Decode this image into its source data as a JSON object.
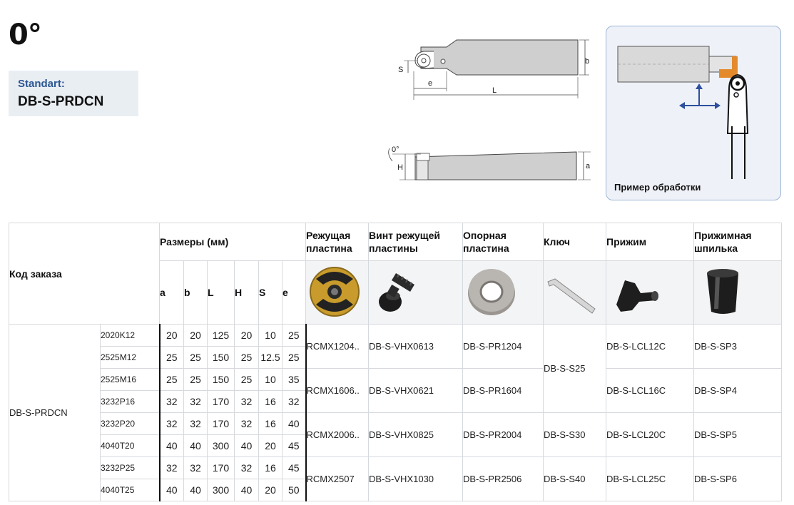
{
  "title": "0°",
  "standard": {
    "label": "Standart:",
    "code": "DB-S-PRDCN"
  },
  "drawing": {
    "top_view": {
      "s_label": "S",
      "b_label": "b",
      "e_label": "e",
      "l_label": "L"
    },
    "side_view": {
      "angle_label": "0°",
      "h_label": "H",
      "a_label": "a"
    }
  },
  "example": {
    "caption": "Пример обработки"
  },
  "table": {
    "order_code_header": "Код заказа",
    "dims_header": "Размеры (мм)",
    "dim_columns": [
      "a",
      "b",
      "L",
      "H",
      "S",
      "e"
    ],
    "headers": {
      "insert": "Режущая пластина",
      "screw": "Винт режущей пластины",
      "shim": "Опорная пластина",
      "key": "Ключ",
      "clamp": "Прижим",
      "pin": "Прижимная шпилька"
    },
    "product_code": "DB-S-PRDCN",
    "rows": [
      {
        "model": "2020K12",
        "a": "20",
        "b": "20",
        "L": "125",
        "H": "20",
        "S": "10",
        "e": "25"
      },
      {
        "model": "2525M12",
        "a": "25",
        "b": "25",
        "L": "150",
        "H": "25",
        "S": "12.5",
        "e": "25"
      },
      {
        "model": "2525M16",
        "a": "25",
        "b": "25",
        "L": "150",
        "H": "25",
        "S": "10",
        "e": "35"
      },
      {
        "model": "3232P16",
        "a": "32",
        "b": "32",
        "L": "170",
        "H": "32",
        "S": "16",
        "e": "32"
      },
      {
        "model": "3232P20",
        "a": "32",
        "b": "32",
        "L": "170",
        "H": "32",
        "S": "16",
        "e": "40"
      },
      {
        "model": "4040T20",
        "a": "40",
        "b": "40",
        "L": "300",
        "H": "40",
        "S": "20",
        "e": "45"
      },
      {
        "model": "3232P25",
        "a": "32",
        "b": "32",
        "L": "170",
        "H": "32",
        "S": "16",
        "e": "45"
      },
      {
        "model": "4040T25",
        "a": "40",
        "b": "40",
        "L": "300",
        "H": "40",
        "S": "20",
        "e": "50"
      }
    ],
    "groups": [
      {
        "insert": "RCMX1204..",
        "screw": "DB-S-VHX0613",
        "shim": "DB-S-PR1204",
        "clamp": "DB-S-LCL12C",
        "pin": "DB-S-SP3"
      },
      {
        "insert": "RCMX1606..",
        "screw": "DB-S-VHX0621",
        "shim": "DB-S-PR1604",
        "clamp": "DB-S-LCL16C",
        "pin": "DB-S-SP4"
      },
      {
        "insert": "RCMX2006..",
        "screw": "DB-S-VHX0825",
        "shim": "DB-S-PR2004",
        "clamp": "DB-S-LCL20C",
        "pin": "DB-S-SP5"
      },
      {
        "insert": "RCMX2507",
        "screw": "DB-S-VHX1030",
        "shim": "DB-S-PR2506",
        "clamp": "DB-S-LCL25C",
        "pin": "DB-S-SP6"
      }
    ],
    "keys": [
      "DB-S-S25",
      "DB-S-S30",
      "DB-S-S40"
    ]
  }
}
